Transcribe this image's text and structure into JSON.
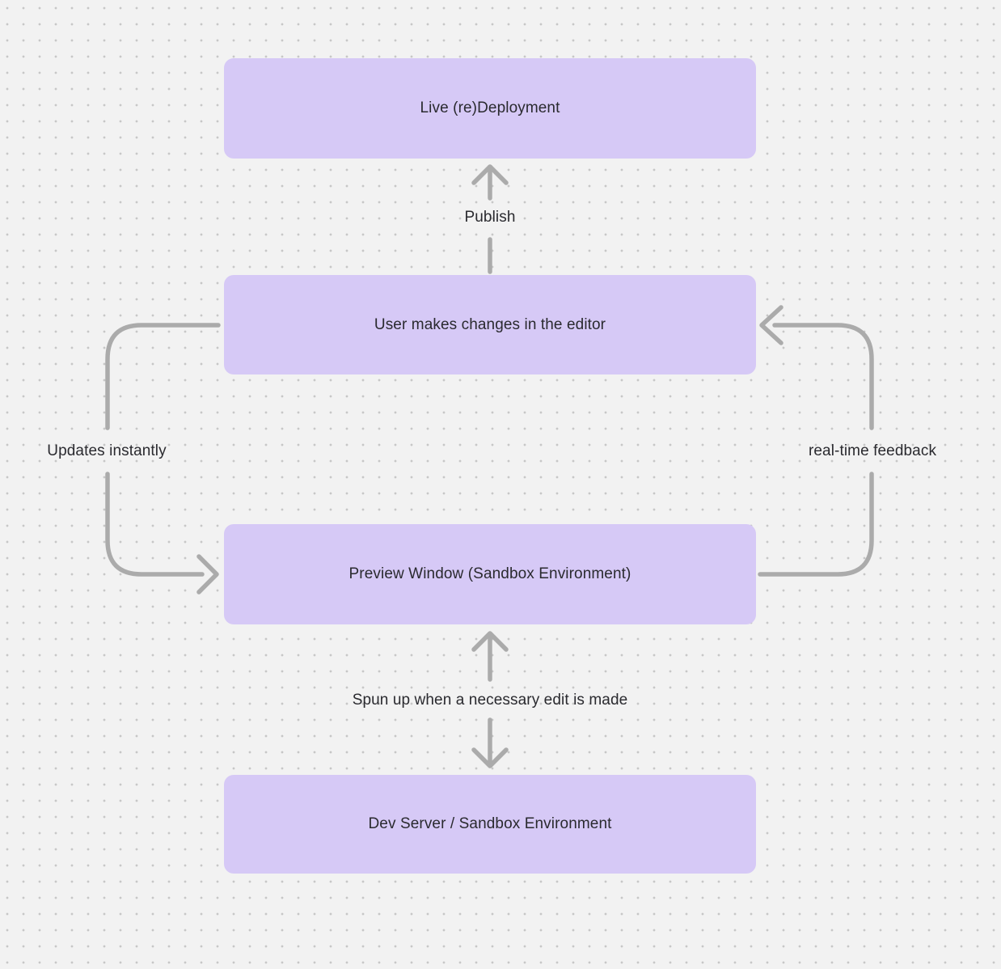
{
  "canvas": {
    "background": "#f2f2f2",
    "dot_color": "#c7c7c7",
    "node_fill": "#d6c9f6",
    "arrow_color": "#ababab",
    "text_color": "#2a2a2f"
  },
  "diagram": {
    "type": "flowchart",
    "nodes": [
      {
        "id": "live-redeployment",
        "label": "Live (re)Deployment"
      },
      {
        "id": "user-editor",
        "label": "User makes changes in the editor"
      },
      {
        "id": "preview-window",
        "label": "Preview Window (Sandbox Environment)"
      },
      {
        "id": "dev-server",
        "label": "Dev Server / Sandbox Environment"
      }
    ],
    "edges": [
      {
        "id": "publish",
        "label": "Publish",
        "from": "user-editor",
        "to": "live-redeployment",
        "direction": "up"
      },
      {
        "id": "updates-instantly",
        "label": "Updates instantly",
        "from": "user-editor",
        "to": "preview-window",
        "direction": "left-loop"
      },
      {
        "id": "real-time-feedback",
        "label": "real-time feedback",
        "from": "preview-window",
        "to": "user-editor",
        "direction": "right-loop"
      },
      {
        "id": "spun-up",
        "label": "Spun up when a necessary edit is made",
        "from": "preview-window",
        "to": "dev-server",
        "direction": "bidirectional"
      }
    ]
  }
}
